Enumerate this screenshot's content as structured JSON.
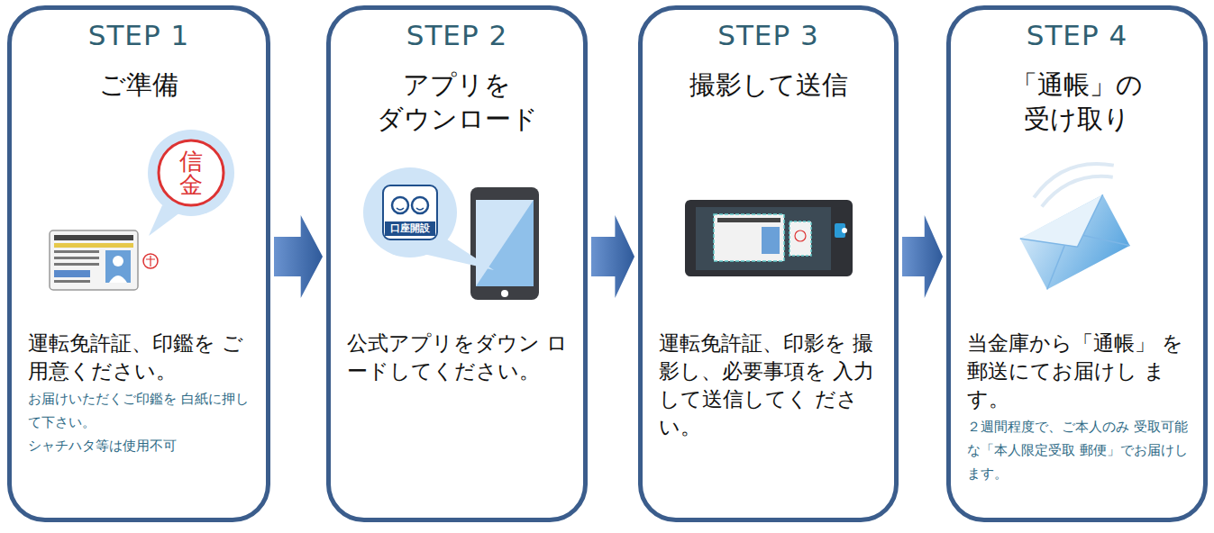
{
  "diagram": {
    "nodes": [
      {
        "text": [
          "STEP 1",
          "ご準備",
          "運転免許証、印鑑を ご用意ください。",
          "お届けいただくご印鑑を 白紙に押して下さい。",
          "シャチハタ等は使用不可"
        ]
      },
      {
        "text": [
          "STEP 2",
          "アプリを ダウンロード",
          "公式アプリをダウン ロードしてください。"
        ]
      },
      {
        "text": [
          "STEP 3",
          "撮影して送信",
          "運転免許証、印影を 撮影し、必要事項を 入力して送信してく ださい。"
        ]
      },
      {
        "text": [
          "STEP 4",
          "「通帳」の 受け取り",
          "当金庫から「通帳」 を郵送にてお届けし ます。",
          "２週間程度で、ご本人のみ 受取可能な「本人限定受取 郵便」でお届けします。"
        ]
      }
    ],
    "edges": [
      {
        "from": 0,
        "to": 1,
        "arrow": "to"
      },
      {
        "from": 1,
        "to": 2,
        "arrow": "to"
      },
      {
        "from": 2,
        "to": 3,
        "arrow": "to"
      }
    ],
    "labels": [
      "信金",
      "口座開設"
    ]
  }
}
